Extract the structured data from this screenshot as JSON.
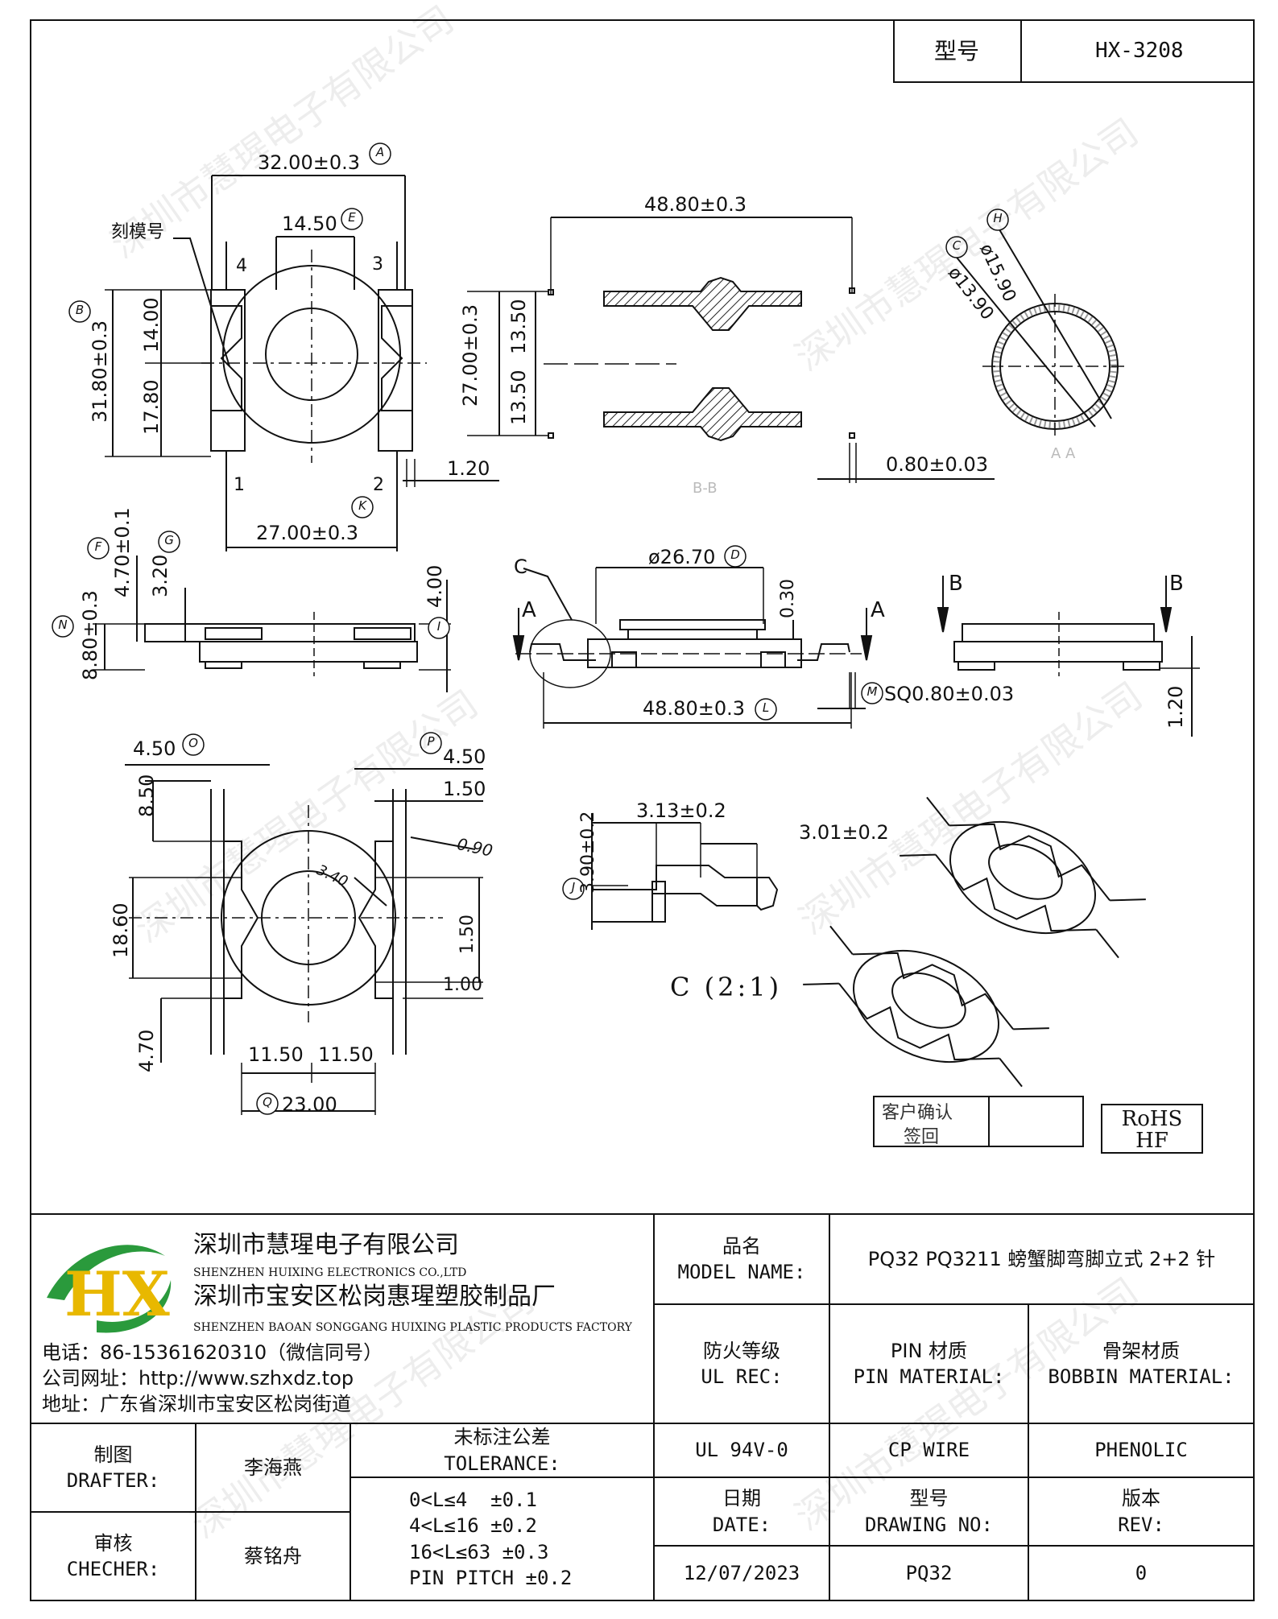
{
  "title_block_top": {
    "label": "型号",
    "value": "HX-3208"
  },
  "dims": {
    "d32": "32.00±0.3",
    "d14_50": "14.50",
    "engrave": "刻模号",
    "pin4": "4",
    "pin3": "3",
    "pin1": "1",
    "pin2": "2",
    "d31_80": "31.80±0.3",
    "d14_00": "14.00",
    "d17_80": "17.80",
    "d1_20a": "1.20",
    "d27_00b": "27.00±0.3",
    "d48_80a": "48.80±0.3",
    "d27_00a": "27.00±0.3",
    "d13_50a": "13.50",
    "d13_50b": "13.50",
    "sec_bb": "B-B",
    "d0_80": "0.80±0.03",
    "phi15_90": "ø15.90",
    "phi13_90": "ø13.90",
    "sec_aa": "A A",
    "d4_70_01": "4.70±0.1",
    "d3_20": "3.20",
    "d8_80": "8.80±0.3",
    "d4_00": "4.00",
    "detail_c": "C",
    "phi26_70": "ø26.70",
    "d0_30": "0.30",
    "mark_a1": "A",
    "mark_a2": "A",
    "d48_80b": "48.80±0.3",
    "sq080": "SQ0.80±0.03",
    "mark_b1": "B",
    "mark_b2": "B",
    "d1_20b": "1.20",
    "d4_50a": "4.50",
    "d4_50b": "4.50",
    "d8_50": "8.50",
    "d1_50a": "1.50",
    "d0_90": "0.90",
    "d3_40": "3.40",
    "d18_60": "18.60",
    "d1_50b": "1.50",
    "d1_00": "1.00",
    "d4_70": "4.70",
    "d11_50a": "11.50",
    "d11_50b": "11.50",
    "d23_00": "23.00",
    "d3_90": "3.90±0.2",
    "d3_13": "3.13±0.2",
    "d3_01": "3.01±0.2",
    "detail_c_scale": "C (2:1)"
  },
  "balloons": {
    "A": "A",
    "B": "B",
    "E": "E",
    "K": "K",
    "H": "H",
    "C": "C",
    "F": "F",
    "G": "G",
    "N": "N",
    "I": "I",
    "D": "D",
    "M": "M",
    "L": "L",
    "O": "O",
    "P": "P",
    "Q": "Q",
    "J": "J"
  },
  "confirm_box": {
    "line1": "客户确认",
    "line2": "签回"
  },
  "rohs": {
    "line1": "RoHS",
    "line2": "HF"
  },
  "company": {
    "logo_text": "HX",
    "name_cn": "深圳市慧瑆电子有限公司",
    "name_en": "SHENZHEN HUIXING ELECTRONICS CO.,LTD",
    "factory_cn": "深圳市宝安区松岗惠瑆塑胶制品厂",
    "factory_en": "SHENZHEN BAOAN SONGGANG HUIXING PLASTIC PRODUCTS FACTORY",
    "phone": "电话：86-15361620310（微信同号）",
    "website": "公司网址：http://www.szhxdz.top",
    "address": "地址：广东省深圳市宝安区松岗街道",
    "watermark": "深圳市慧瑆电子有限公司"
  },
  "title_block": {
    "model_name_cn": "品名",
    "model_name_en": "MODEL NAME:",
    "model_name_value": "PQ32 PQ3211 螃蟹脚弯脚立式 2+2 针",
    "fire_cn": "防火等级",
    "fire_en": "UL REC:",
    "pin_mat_cn": "PIN 材质",
    "pin_mat_en": "PIN MATERIAL:",
    "bobbin_mat_cn": "骨架材质",
    "bobbin_mat_en": "BOBBIN MATERIAL:",
    "fire_value": "UL 94V-0",
    "pin_value": "CP WIRE",
    "bobbin_value": "PHENOLIC",
    "drafter_cn": "制图",
    "drafter_en": "DRAFTER:",
    "drafter_name": "李海燕",
    "checker_cn": "审核",
    "checker_en": "CHECHER:",
    "checker_name": "蔡铭舟",
    "tolerance_cn": "未标注公差",
    "tolerance_en": "TOLERANCE:",
    "tol_lines": [
      "0<L≤4  ±0.1",
      "4<L≤16 ±0.2",
      "16<L≤63 ±0.3",
      "PIN PITCH ±0.2"
    ],
    "date_cn": "日期",
    "date_en": "DATE:",
    "drawing_cn": "型号",
    "drawing_en": "DRAWING NO:",
    "rev_cn": "版本",
    "rev_en": "REV:",
    "date_value": "12/07/2023",
    "drawing_value": "PQ32",
    "rev_value": "0"
  }
}
